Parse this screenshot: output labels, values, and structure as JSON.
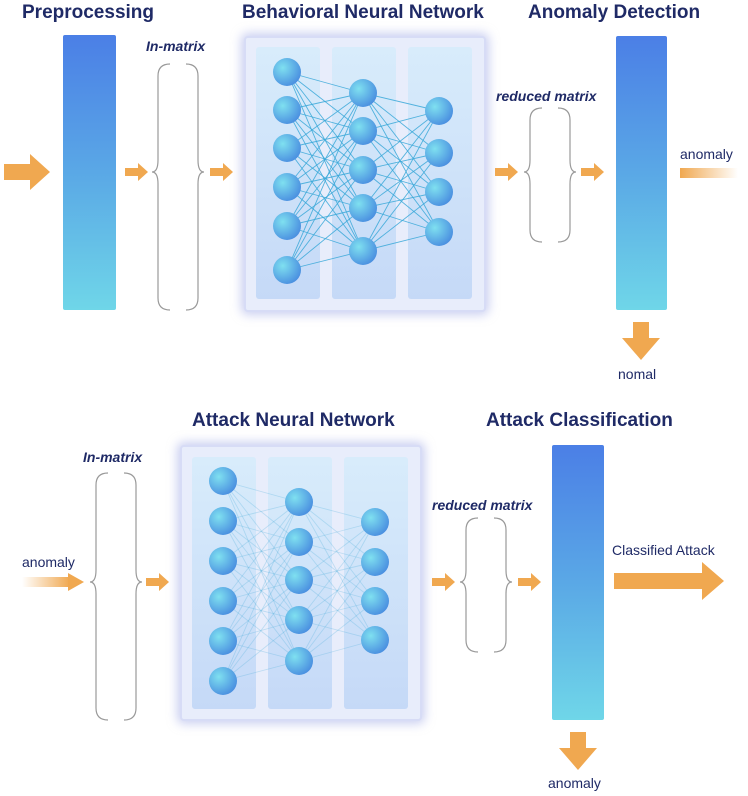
{
  "top": {
    "stage_preprocessing": "Preprocessing",
    "stage_behavioral": "Behavioral Neural Network",
    "stage_anomaly_detection": "Anomaly Detection",
    "in_matrix": "In-matrix",
    "reduced_matrix": "reduced matrix",
    "anomaly_out": "anomaly",
    "normal_out": "nomal"
  },
  "bottom": {
    "stage_attack_nn": "Attack Neural Network",
    "stage_attack_classification": "Attack Classification",
    "in_matrix": "In-matrix",
    "reduced_matrix": "reduced matrix",
    "anomaly_in": "anomaly",
    "classified_out": "Classified Attack",
    "anomaly_out": "anomaly"
  },
  "colors": {
    "title": "#1f2a66",
    "arrow": "#f0a850",
    "node_light": "#7ad8ee",
    "node_dark": "#4a8fe0",
    "edge": "#3aa8d8",
    "brace": "#9a9a9a"
  }
}
